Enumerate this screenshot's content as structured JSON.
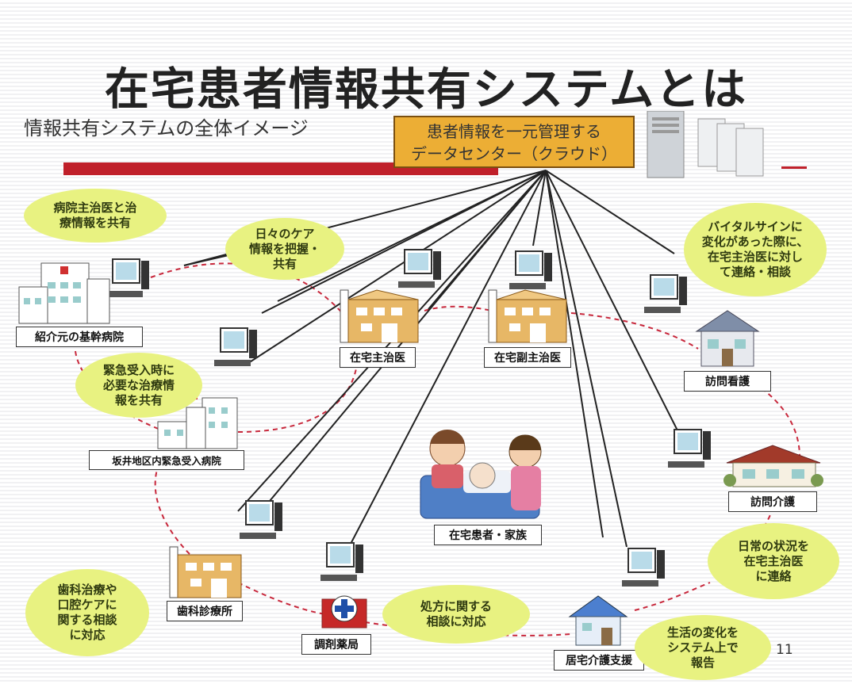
{
  "title": "在宅患者情報共有システムとは",
  "subtitle": "情報共有システムの全体イメージ",
  "data_center": {
    "line1": "患者情報を一元管理する",
    "line2": "データセンター（クラウド）"
  },
  "nodes": {
    "referral_hospital": "紹介元の基幹病院",
    "home_doctor": "在宅主治医",
    "home_sub_doctor": "在宅副主治医",
    "home_nursing": "訪問看護",
    "emergency_hospital": "坂井地区内緊急受入病院",
    "home_care_visit": "訪問介護",
    "patient_family": "在宅患者・家族",
    "dental_clinic": "歯科診療所",
    "pharmacy": "調剤薬局",
    "care_support": "居宅介護支援"
  },
  "bubbles": {
    "hospital_share": "病院主治医と治\n療情報を共有",
    "daily_care": "日々のケア\n情報を把握・\n共有",
    "vital_sign": "バイタルサインに\n変化があった際に、\n在宅主治医に対し\nて連絡・相談",
    "emergency": "緊急受入時に\n必要な治療情\n報を共有",
    "daily_status": "日常の状況を\n在宅主治医\nに連絡",
    "dental": "歯科治療や\n口腔ケアに\n関する相談\nに対応",
    "prescription": "処方に関する\n相談に対応",
    "life_change": "生活の変化を\nシステム上で\n報告"
  },
  "page_number": "11",
  "colors": {
    "title_bar": "#c0202a",
    "data_center_fill": "#ecae35",
    "bubble_fill": "#e8f281",
    "building_fill": "#e7b766",
    "dashed_link": "#c8283c"
  }
}
